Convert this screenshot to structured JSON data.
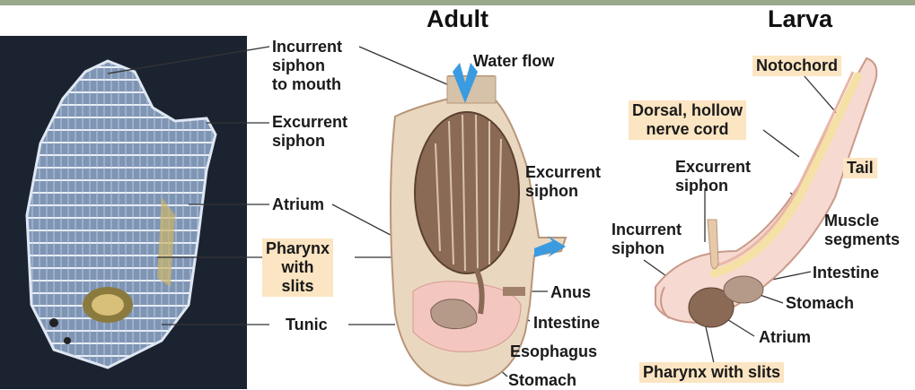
{
  "titles": {
    "adult": "Adult",
    "larva": "Larva"
  },
  "photo_labels": {
    "incurrent": [
      "Incurrent",
      "siphon",
      "to mouth"
    ],
    "excurrent": [
      "Excurrent",
      "siphon"
    ],
    "atrium": "Atrium",
    "pharynx": [
      "Pharynx",
      "with",
      "slits"
    ],
    "tunic": "Tunic"
  },
  "adult_labels": {
    "water_flow": "Water flow",
    "excurrent": [
      "Excurrent",
      "siphon"
    ],
    "anus": "Anus",
    "intestine": "Intestine",
    "esophagus": "Esophagus",
    "stomach": "Stomach"
  },
  "larva_labels": {
    "notochord": "Notochord",
    "nerve_cord": [
      "Dorsal, hollow",
      "nerve cord"
    ],
    "tail": "Tail",
    "excurrent": [
      "Excurrent",
      "siphon"
    ],
    "incurrent": [
      "Incurrent",
      "siphon"
    ],
    "muscle": [
      "Muscle",
      "segments"
    ],
    "intestine": "Intestine",
    "stomach": "Stomach",
    "atrium": "Atrium",
    "pharynx": "Pharynx with slits"
  },
  "colors": {
    "highlight": "#fbe5c2",
    "flow_arrow": "#3a9be0",
    "body": "#ead7c0",
    "pharynx": "#8a6a55"
  }
}
